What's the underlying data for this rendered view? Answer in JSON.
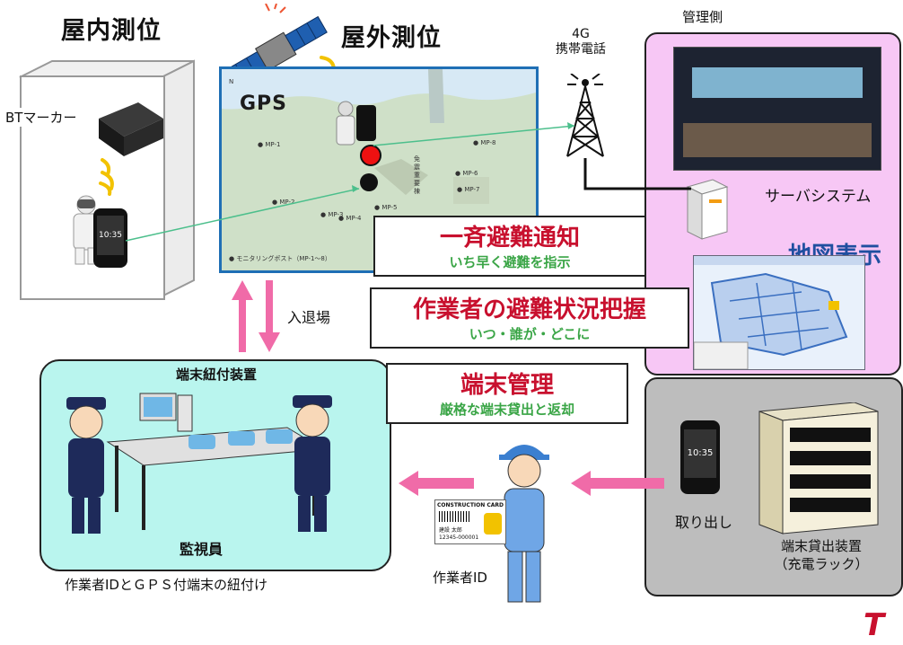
{
  "headings": {
    "indoor": "屋内測位",
    "outdoor": "屋外測位",
    "management": "管理側"
  },
  "indoor": {
    "bt_marker": "BTマーカー",
    "phone_time": "10:35"
  },
  "gps": {
    "label": "GPS",
    "map_points": [
      "MP-1",
      "MP-2",
      "MP-3",
      "MP-4",
      "MP-5",
      "MP-6",
      "MP-7",
      "MP-8"
    ],
    "legend": "● モニタリングポスト（MP-1～8）",
    "vertical_label": "免震重要棟",
    "north": "N"
  },
  "network": {
    "tower_label": "4G\n携帯電話"
  },
  "management_side": {
    "server_label": "サーバシステム",
    "map_display": "地図表示"
  },
  "callouts": [
    {
      "title": "一斉避難通知",
      "subtitle": "いち早く避難を指示"
    },
    {
      "title": "作業者の避難状況把握",
      "subtitle": "いつ・誰が・どこに"
    },
    {
      "title": "端末管理",
      "subtitle": "厳格な端末貸出と返却"
    }
  ],
  "entry_exit": "入退場",
  "guard_area": {
    "device_label": "端末紐付装置",
    "monitor_label": "監視員",
    "caption": "作業者IDとＧＰＳ付端末の紐付け"
  },
  "worker": {
    "id_label": "作業者ID",
    "card_title": "CONSTRUCTION CARD",
    "card_name": "建設 太郎",
    "card_number": "12345-000001"
  },
  "rack": {
    "takeout": "取り出し",
    "label": "端末貸出装置\n（充電ラック）"
  },
  "logo": "T",
  "colors": {
    "gps_border": "#1f6fb5",
    "management_bg": "#f7c7f5",
    "guard_bg": "#b9f5ee",
    "rack_bg": "#bdbdbd",
    "callout_title": "#c8102e",
    "callout_sub": "#3aa546",
    "arrow_pink": "#f06ba8",
    "arrow_green": "#4cbf8c"
  }
}
